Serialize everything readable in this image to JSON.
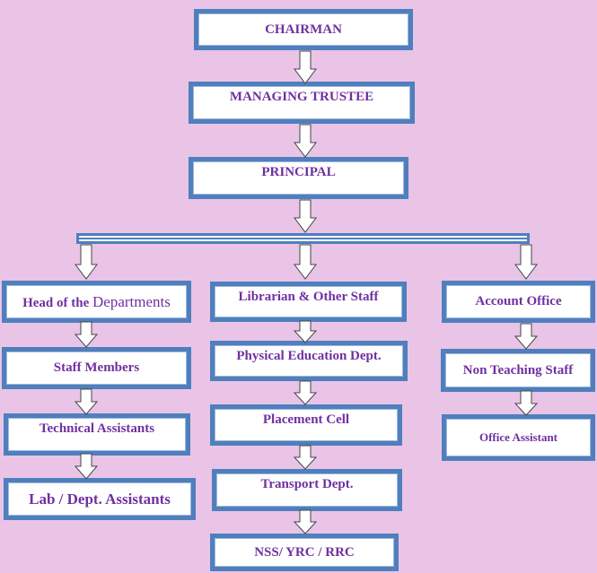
{
  "chart": {
    "levels": {
      "chairman": "CHAIRMAN",
      "managing_trustee": "MANAGING TRUSTEE",
      "principal": "PRINCIPAL"
    },
    "left_column": {
      "head_prefix": "Head of the ",
      "head_suffix": "Departments",
      "staff_members": "Staff Members",
      "technical_assistants": "Technical Assistants",
      "lab_assistants": "Lab / Dept. Assistants"
    },
    "middle_column": {
      "librarian": "Librarian & Other Staff",
      "physical_education": "Physical Education Dept.",
      "placement": "Placement Cell",
      "transport": "Transport Dept.",
      "nss": "NSS/ YRC / RRC"
    },
    "right_column": {
      "account_office": "Account Office",
      "non_teaching": "Non Teaching Staff",
      "office_assistant": "Office Assistant"
    }
  },
  "colors": {
    "background": "#e9c4e6",
    "box_border": "#4f7fbd",
    "text": "#7030a0"
  }
}
